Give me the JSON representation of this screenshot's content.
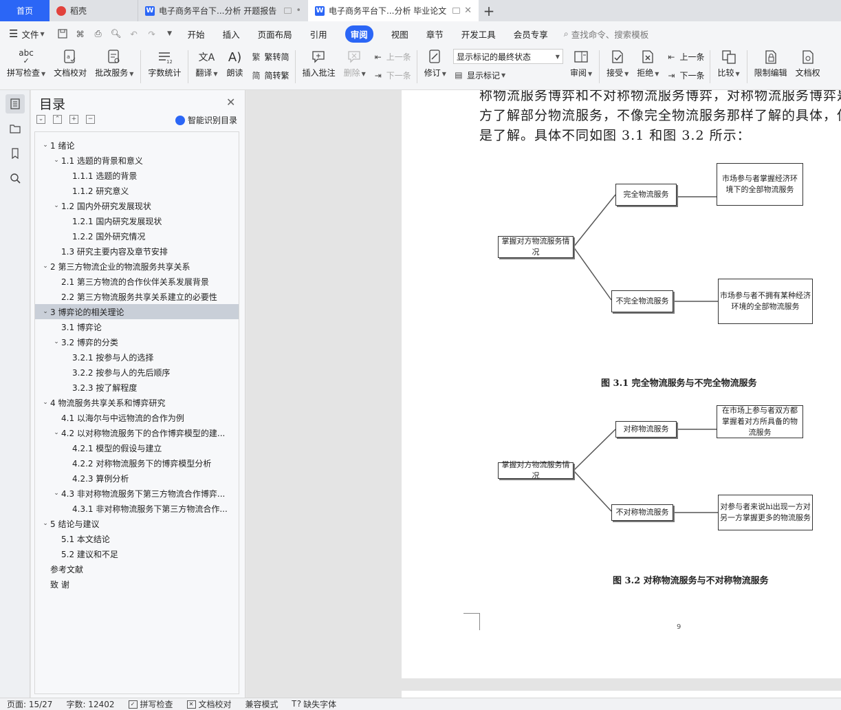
{
  "tabs": [
    {
      "label": "首页"
    },
    {
      "label": "稻壳"
    },
    {
      "label": "电子商务平台下...分析 开题报告"
    },
    {
      "label": "电子商务平台下...分析 毕业论文"
    }
  ],
  "menu": {
    "file_label": "文件",
    "items": [
      "开始",
      "插入",
      "页面布局",
      "引用",
      "审阅",
      "视图",
      "章节",
      "开发工具",
      "会员专享"
    ],
    "active": "审阅",
    "search_placeholder": "查找命令、搜索模板"
  },
  "ribbon": {
    "spell_check": "拼写检查",
    "doc_proof": "文档校对",
    "batch_service": "批改服务",
    "word_count": "字数统计",
    "translate": "翻译",
    "read_aloud": "朗读",
    "to_traditional": "繁转简",
    "to_simplified": "简转繁",
    "insert_comment": "插入批注",
    "delete": "删除",
    "prev_comment": "上一条",
    "next_comment": "下一条",
    "revise": "修订",
    "markup_state": "显示标记的最终状态",
    "show_markup": "显示标记",
    "review": "审阅",
    "accept": "接受",
    "reject": "拒绝",
    "prev_change": "上一条",
    "next_change": "下一条",
    "compare": "比较",
    "restrict_edit": "限制编辑",
    "doc_rights": "文档权"
  },
  "toc": {
    "title": "目录",
    "smart_label": "智能识别目录",
    "items": [
      {
        "label": "1 绪论",
        "level": 1,
        "toggle": true
      },
      {
        "label": "1.1 选题的背景和意义",
        "level": 2,
        "toggle": true
      },
      {
        "label": "1.1.1 选题的背景",
        "level": 3
      },
      {
        "label": "1.1.2 研究意义",
        "level": 3
      },
      {
        "label": "1.2 国内外研究发展现状",
        "level": 2,
        "toggle": true
      },
      {
        "label": "1.2.1 国内研究发展现状",
        "level": 3
      },
      {
        "label": "1.2.2 国外研究情况",
        "level": 3
      },
      {
        "label": "1.3 研究主要内容及章节安排",
        "level": 2
      },
      {
        "label": "2 第三方物流企业的物流服务共享关系",
        "level": 1,
        "toggle": true
      },
      {
        "label": "2.1 第三方物流的合作伙伴关系发展背景",
        "level": 2
      },
      {
        "label": "2.2 第三方物流服务共享关系建立的必要性",
        "level": 2
      },
      {
        "label": "3 博弈论的相关理论",
        "level": 1,
        "toggle": true,
        "selected": true
      },
      {
        "label": "3.1 博弈论",
        "level": 2
      },
      {
        "label": "3.2 博弈的分类",
        "level": 2,
        "toggle": true
      },
      {
        "label": "3.2.1 按参与人的选择",
        "level": 3
      },
      {
        "label": "3.2.2 按参与人的先后顺序",
        "level": 3
      },
      {
        "label": "3.2.3 按了解程度",
        "level": 3
      },
      {
        "label": "4 物流服务共享关系和博弈研究",
        "level": 1,
        "toggle": true
      },
      {
        "label": "4.1 以海尔与中远物流的合作为例",
        "level": 2
      },
      {
        "label": "4.2 以对称物流服务下的合作博弈模型的建...",
        "level": 2,
        "toggle": true
      },
      {
        "label": "4.2.1 模型的假设与建立",
        "level": 3
      },
      {
        "label": "4.2.2 对称物流服务下的博弈模型分析",
        "level": 3
      },
      {
        "label": "4.2.3 算例分析",
        "level": 3
      },
      {
        "label": "4.3 非对称物流服务下第三方物流合作博弈...",
        "level": 2,
        "toggle": true
      },
      {
        "label": "4.3.1 非对称物流服务下第三方物流合作...",
        "level": 3
      },
      {
        "label": "5 结论与建议",
        "level": 1,
        "toggle": true
      },
      {
        "label": "5.1 本文结论",
        "level": 2
      },
      {
        "label": "5.2 建议和不足",
        "level": 2
      },
      {
        "label": "参考文献",
        "level": 1
      },
      {
        "label": "致  谢",
        "level": 1
      }
    ]
  },
  "document": {
    "line1": "称物流服务博弈和不对称物流服务博弈，对称物流服务博弈是参",
    "line2": "方了解部分物流服务，不像完全物流服务那样了解的具体，但是",
    "line3": "是了解。具体不同如图 3.1 和图 3.2 所示：",
    "fig1": {
      "root": "掌握对方物流服务情况",
      "branch_top": "完全物流服务",
      "branch_bottom": "不完全物流服务",
      "leaf_top": "市场参与者掌握经济环境下的全部物流服务",
      "leaf_bottom": "市场参与者不拥有某种经济环境的全部物流服务",
      "caption": "图 3.1 完全物流服务与不完全物流服务"
    },
    "fig2": {
      "root": "掌握对方物流服务情况",
      "branch_top": "对称物流服务",
      "branch_bottom": "不对称物流服务",
      "leaf_top": "在市场上参与者双方都掌握着对方所具备的物流服务",
      "leaf_bottom": "对参与者来说hi出现一方对另一方掌握更多的物流服务",
      "caption": "图 3.2 对称物流服务与不对称物流服务"
    },
    "page_number": "9"
  },
  "status": {
    "page": "页面: 15/27",
    "words": "字数: 12402",
    "spell": "拼写检查",
    "proof": "文档校对",
    "compat": "兼容模式",
    "missing_font": "缺失字体"
  }
}
